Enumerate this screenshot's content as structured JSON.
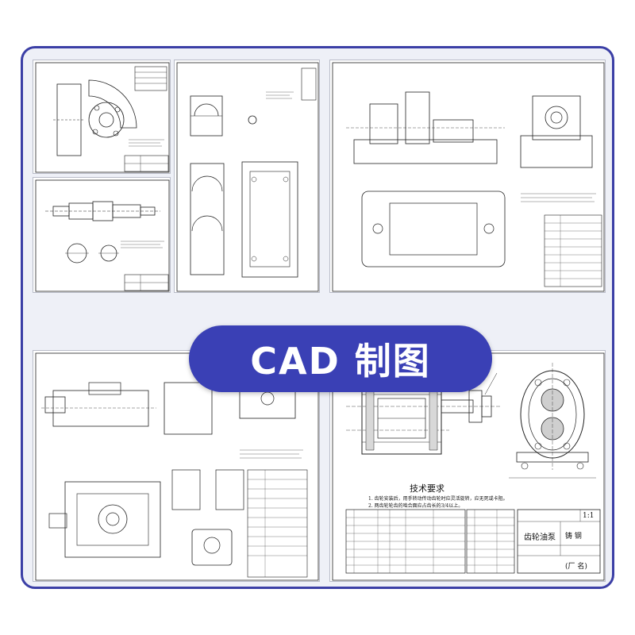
{
  "banner": {
    "text": "CAD 制图"
  },
  "sheets": {
    "gear_pump": {
      "tech_heading": "技术要求",
      "tech_lines": [
        "1. 齿轮安装后，用手转动传动齿轮时应灵活旋转，应无死或卡阻。",
        "2. 两齿轮轮齿的啮合面应占齿长的3/4以上。"
      ],
      "part_name": "齿轮油泵",
      "scale_info": "1:1",
      "material": "铸 钢",
      "factory": "(厂 名)"
    }
  },
  "colors": {
    "frame_border": "#3b3fa6",
    "banner_bg": "#3a40b5",
    "banner_text": "#ffffff",
    "background": "#eef0f7"
  }
}
